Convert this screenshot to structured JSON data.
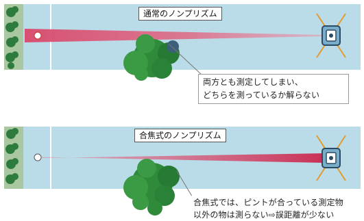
{
  "panels": [
    {
      "title": "通常のノンプリズム",
      "caption_lines": [
        "両方とも測定してしまい、",
        "どちらを測っているか解らない"
      ]
    },
    {
      "title": "合焦式のノンプリズム",
      "caption_lines": [
        "合焦式では、ピントが合っている測定物",
        "以外の物は測らない⇨誤距離が少ない"
      ]
    }
  ],
  "colors": {
    "field": "#b9dce8",
    "grass_strip": "#a9c7a0",
    "beam": "#d9486b",
    "tree": "#2f8a3a",
    "shrub": "#2e7b3e",
    "instrument": "#78aeca",
    "tripod": "#e39a2e"
  },
  "icons": [
    "shrub-icon",
    "target-reflector-icon",
    "tree-icon",
    "total-station-icon",
    "tripod-icon"
  ]
}
